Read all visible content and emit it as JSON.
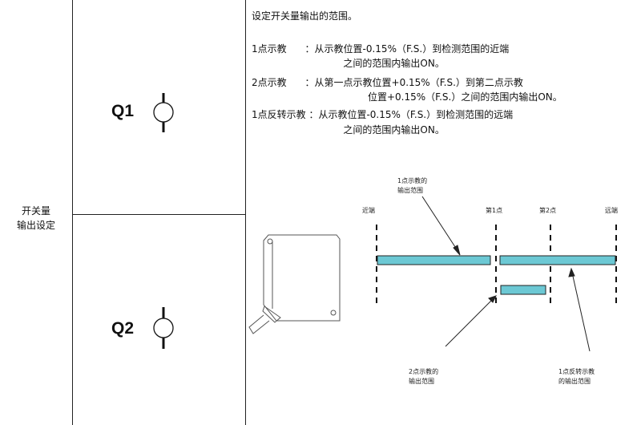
{
  "setting": {
    "line1": "开关量",
    "line2": "输出设定"
  },
  "outputs": [
    {
      "name": "Q1"
    },
    {
      "name": "Q2"
    }
  ],
  "description": {
    "intro": "设定开关量输出的范围。",
    "lines": [
      "1点示教      ：从示教位置-0.15%（F.S.）到检测范围的近端",
      "                              之间的范围内输出ON。",
      "2点示教      ：从第一点示教位置+0.15%（F.S.）到第二点示教",
      "                                      位置+0.15%（F.S.）之间的范围内输出ON。",
      "1点反转示教 ：从示教位置-0.15%（F.S.）到检测范围的远端",
      "                              之间的范围内输出ON。"
    ]
  },
  "diagram": {
    "near_label": "近端",
    "point1_label": "第1点",
    "point2_label": "第2点",
    "far_label": "远端",
    "callout_1pt": "1点示教的\n输出范围",
    "callout_2pt": "2点示教的\n输出范围",
    "callout_inverse": "1点反转示教\n的输出范围",
    "bar_color": "#6cc8d4"
  }
}
